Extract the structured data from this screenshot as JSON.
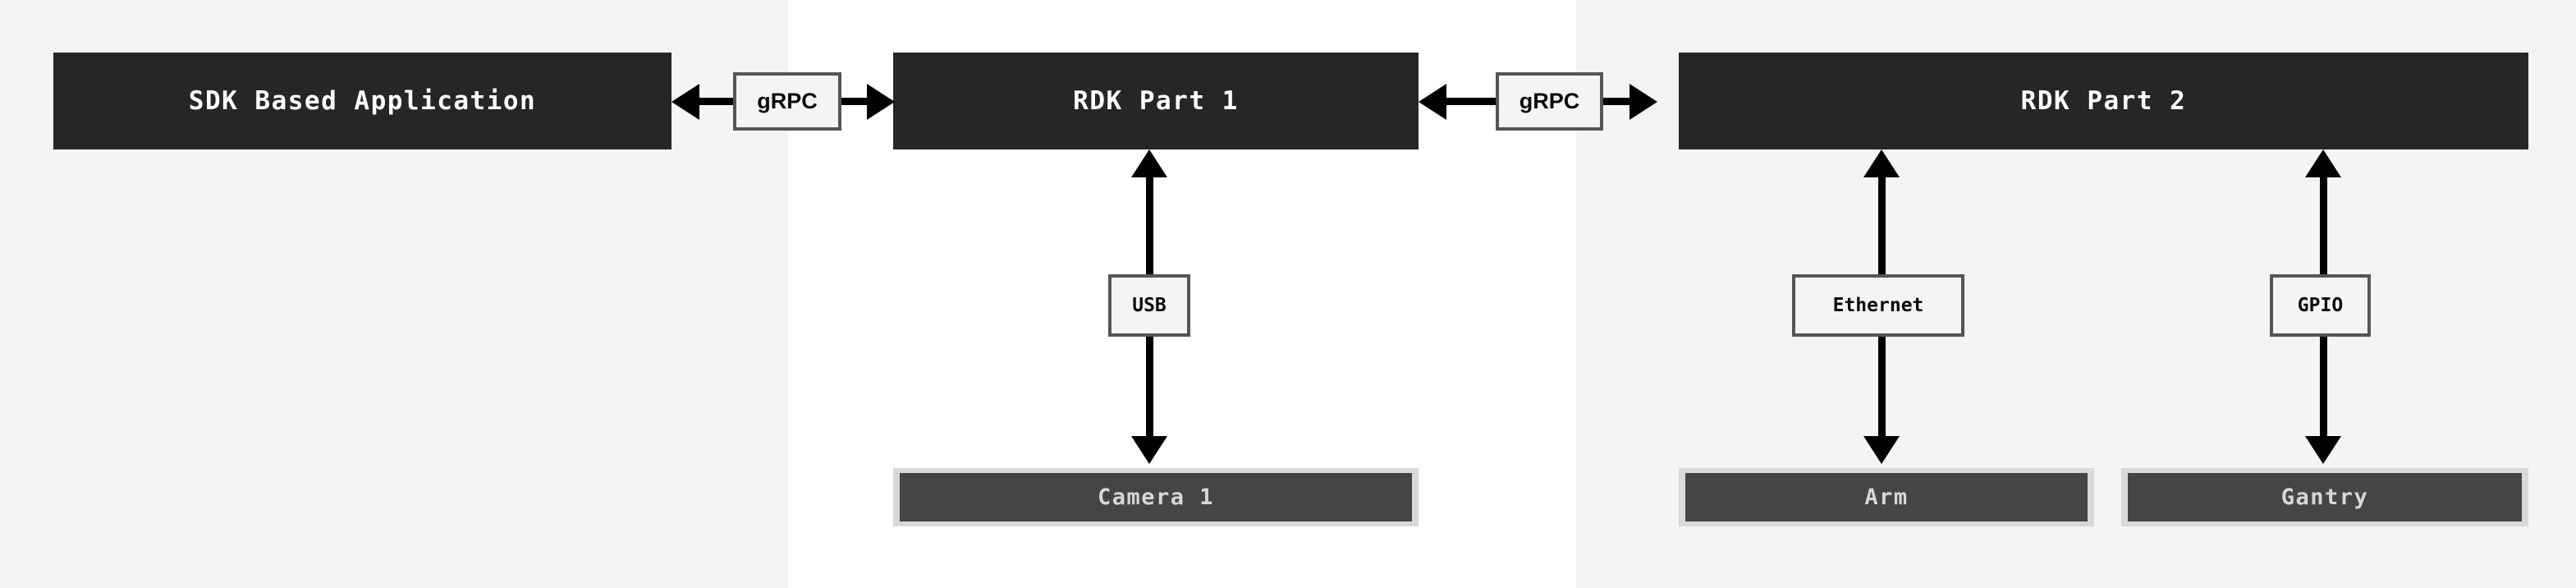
{
  "diagram": {
    "background_panels": [
      {
        "name": "left-panel",
        "color": "#f4f4f4"
      },
      {
        "name": "middle-panel",
        "color": "#ffffff"
      },
      {
        "name": "right-panel",
        "color": "#f4f4f4"
      }
    ],
    "colors": {
      "block_fill": "#262626",
      "block_text": "#ffffff",
      "device_fill": "#454545",
      "device_frame": "#d8d8d8",
      "device_text": "#d7d7d7",
      "chip_fill": "#f4f4f4",
      "chip_border": "#555555",
      "connector": "#000000"
    },
    "blocks": [
      {
        "id": "sdk-app",
        "label": "SDK Based Application"
      },
      {
        "id": "rdk-part-1",
        "label": "RDK Part 1"
      },
      {
        "id": "rdk-part-2",
        "label": "RDK Part 2"
      }
    ],
    "devices": [
      {
        "id": "camera-1",
        "label": "Camera 1"
      },
      {
        "id": "arm",
        "label": "Arm"
      },
      {
        "id": "gantry",
        "label": "Gantry"
      }
    ],
    "connectors": [
      {
        "id": "grpc-left",
        "label": "gRPC",
        "from": "sdk-app",
        "to": "rdk-part-1",
        "direction": "bidirectional",
        "orientation": "horizontal"
      },
      {
        "id": "grpc-right",
        "label": "gRPC",
        "from": "rdk-part-1",
        "to": "rdk-part-2",
        "direction": "bidirectional",
        "orientation": "horizontal"
      },
      {
        "id": "usb",
        "label": "USB",
        "from": "rdk-part-1",
        "to": "camera-1",
        "direction": "bidirectional",
        "orientation": "vertical"
      },
      {
        "id": "ethernet",
        "label": "Ethernet",
        "from": "rdk-part-2",
        "to": "arm",
        "direction": "bidirectional",
        "orientation": "vertical"
      },
      {
        "id": "gpio",
        "label": "GPIO",
        "from": "rdk-part-2",
        "to": "gantry",
        "direction": "bidirectional",
        "orientation": "vertical"
      }
    ]
  }
}
